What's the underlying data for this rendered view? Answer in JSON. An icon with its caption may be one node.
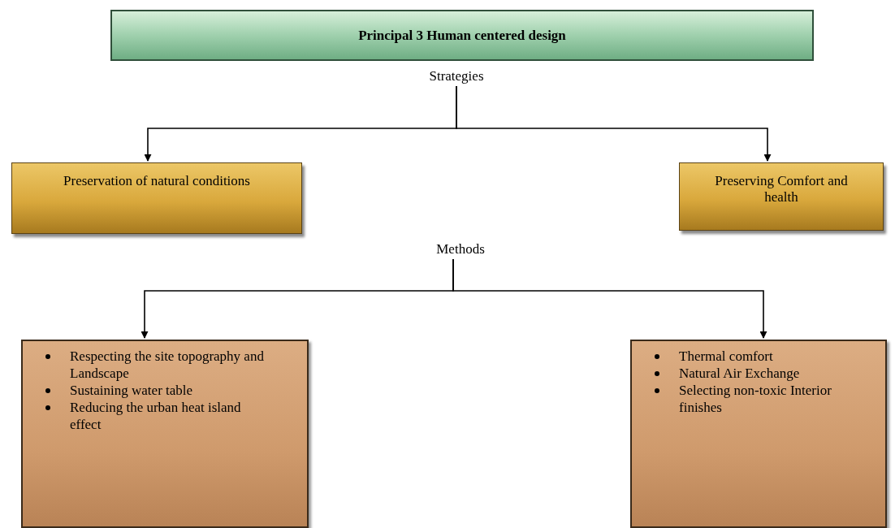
{
  "diagram": {
    "nodes": [
      {
        "text": [
          "Principal 3 Human centered design"
        ]
      },
      {
        "text": [
          "Strategies"
        ]
      },
      {
        "text": [
          "Preservation of natural conditions"
        ]
      },
      {
        "text": [
          "Preserving Comfort and health"
        ]
      },
      {
        "text": [
          "Methods"
        ]
      },
      {
        "text": [
          "Respecting the site topography and Landscape",
          "Sustaining water table",
          "Reducing the urban heat island effect"
        ]
      },
      {
        "text": [
          "Thermal comfort",
          "Natural Air Exchange",
          "Selecting non-toxic Interior finishes"
        ]
      }
    ],
    "edges": [
      {
        "from": 1,
        "to": 2,
        "arrow": "to"
      },
      {
        "from": 1,
        "to": 3,
        "arrow": "to"
      },
      {
        "from": 4,
        "to": 5,
        "arrow": "to"
      },
      {
        "from": 4,
        "to": 6,
        "arrow": "to"
      }
    ]
  }
}
